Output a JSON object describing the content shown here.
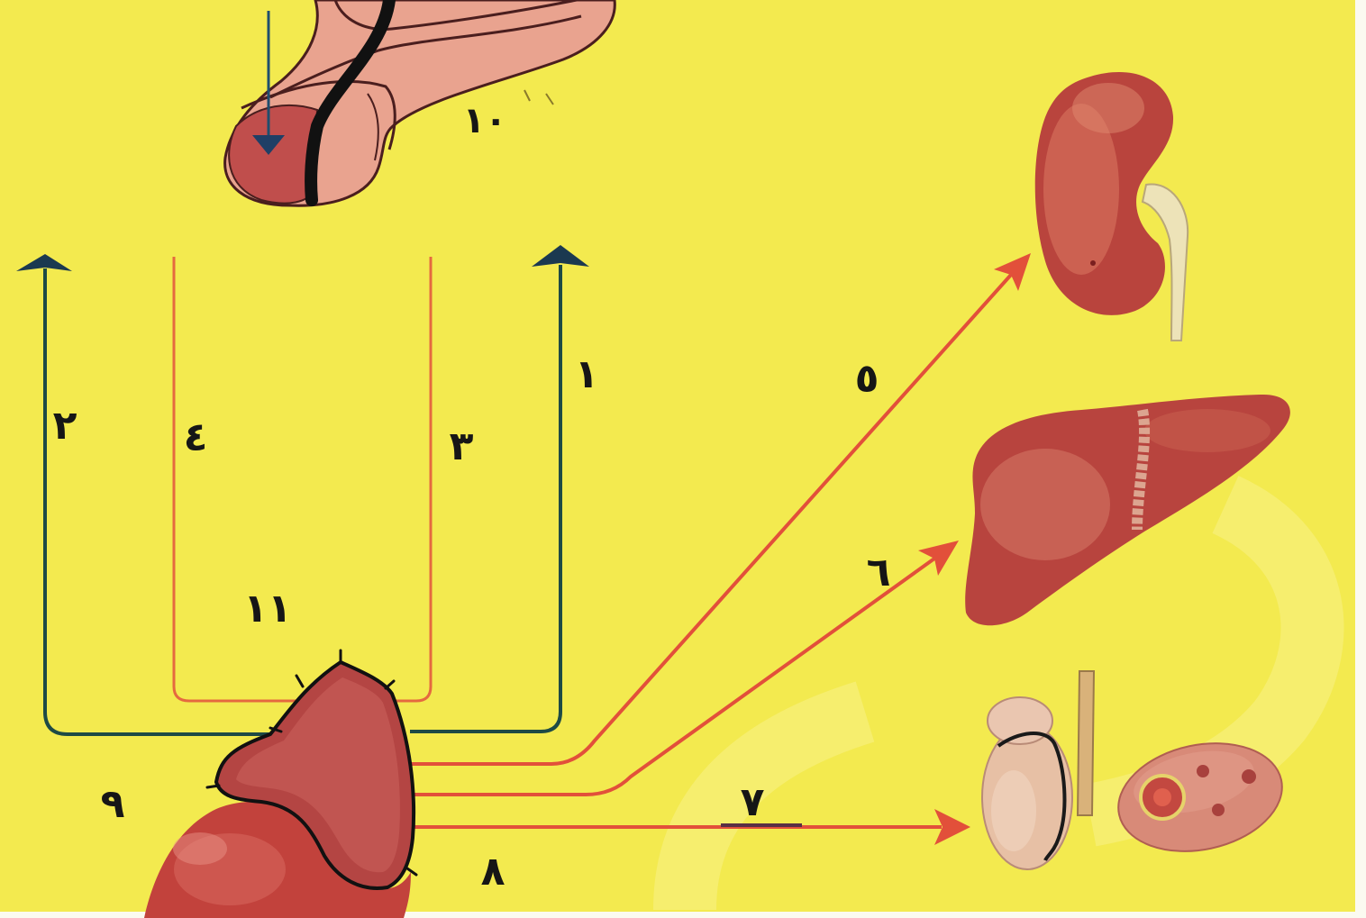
{
  "labels": {
    "n1": "١",
    "n2": "٢",
    "n3": "٣",
    "n4": "٤",
    "n5": "٥",
    "n6": "٦",
    "n7": "٧",
    "n8": "٨",
    "n9": "٩",
    "n10": "١٠",
    "n11": "١١"
  },
  "colors": {
    "background": "#F3EA4F",
    "dark_arrow": "#1E4A45",
    "orange_line": "#E5693F",
    "red_arrow": "#E2503A"
  }
}
